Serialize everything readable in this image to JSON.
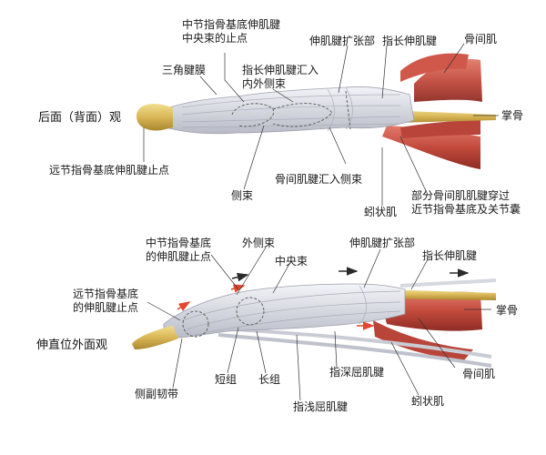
{
  "colors": {
    "bone": "#d9b757",
    "tendon": "#dcdde4",
    "muscle": "#c24a3d",
    "arrow_red": "#e2472f",
    "arrow_dark": "#2a2a2a"
  },
  "views": {
    "dorsal": {
      "title": "后面（背面）观"
    },
    "lateral": {
      "title": "伸直位外面观"
    }
  },
  "labels": {
    "dorsal": {
      "central_slip_insertion": "中节指骨基底伸肌腱\n中央束的止点",
      "expansion": "伸肌腱扩张部",
      "edc": "指长伸肌腱",
      "interossei": "骨间肌",
      "triangular_ligament": "三角腱膜",
      "edc_slips": "指长伸肌腱汇入\n内外侧束",
      "metacarpal": "掌骨",
      "distal_insertion": "远节指骨基底伸肌腱止点",
      "interosseous_to_lateral": "骨间肌腱汇入侧束",
      "lateral_band": "侧束",
      "lumbrical": "蚓状肌",
      "interosseous_proximal": "部分骨间肌肌腱穿过\n近节指骨基底及关节囊"
    },
    "lateral": {
      "middle_insertion": "中节指骨基底\n的伸肌腱止点",
      "lateral_band": "外侧束",
      "central_band": "中央束",
      "expansion": "伸肌腱扩张部",
      "edc": "指长伸肌腱",
      "distal_insertion": "远节指骨基底\n的伸肌腱止点",
      "metacarpal": "掌骨",
      "fdp": "指深屈肌腱",
      "interossei": "骨间肌",
      "collateral_ligament": "侧副韧带",
      "short_band": "短组",
      "long_band": "长组",
      "fds": "指浅屈肌腱",
      "lumbrical": "蚓状肌"
    }
  }
}
